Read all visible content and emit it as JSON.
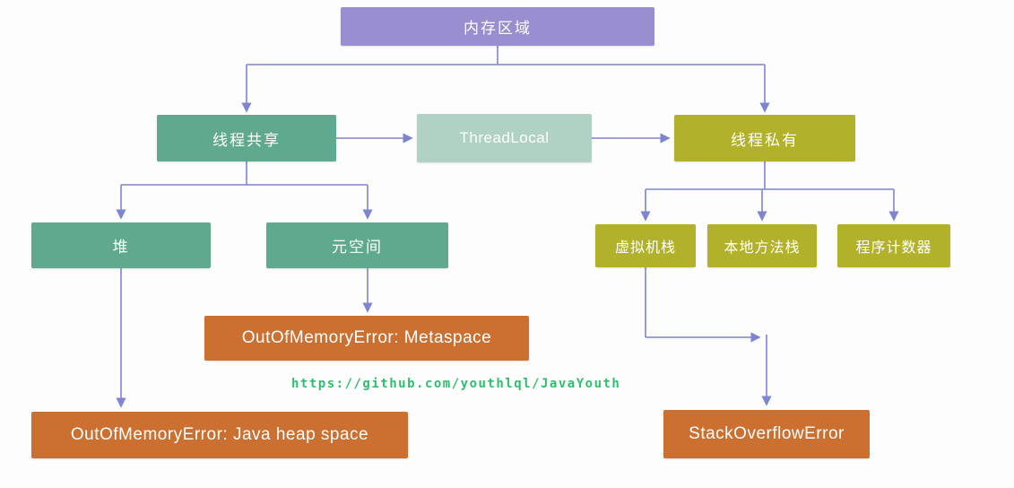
{
  "nodes": {
    "memory_area": {
      "label": "内存区域",
      "color": "#998ed0"
    },
    "thread_shared": {
      "label": "线程共享",
      "color": "#5faa8e"
    },
    "thread_local": {
      "label": "ThreadLocal",
      "color": "#b0d2c4"
    },
    "thread_private": {
      "label": "线程私有",
      "color": "#b2b12a"
    },
    "heap": {
      "label": "堆",
      "color": "#5faa8e"
    },
    "metaspace": {
      "label": "元空间",
      "color": "#5faa8e"
    },
    "vm_stack": {
      "label": "虚拟机栈",
      "color": "#b2b12a"
    },
    "native_method_stack": {
      "label": "本地方法栈",
      "color": "#b2b12a"
    },
    "program_counter": {
      "label": "程序计数器",
      "color": "#b2b12a"
    },
    "oom_metaspace": {
      "label": "OutOfMemoryError: Metaspace",
      "color": "#cb7031"
    },
    "oom_heap": {
      "label": "OutOfMemoryError: Java heap space",
      "color": "#cb7031"
    },
    "stack_overflow": {
      "label": "StackOverflowError",
      "color": "#cb7031"
    }
  },
  "edges": [
    {
      "from": "memory_area",
      "to": "thread_shared"
    },
    {
      "from": "memory_area",
      "to": "thread_private"
    },
    {
      "from": "thread_shared",
      "to": "thread_local"
    },
    {
      "from": "thread_local",
      "to": "thread_private"
    },
    {
      "from": "thread_shared",
      "to": "heap"
    },
    {
      "from": "thread_shared",
      "to": "metaspace"
    },
    {
      "from": "thread_private",
      "to": "vm_stack"
    },
    {
      "from": "thread_private",
      "to": "native_method_stack"
    },
    {
      "from": "thread_private",
      "to": "program_counter"
    },
    {
      "from": "metaspace",
      "to": "oom_metaspace"
    },
    {
      "from": "heap",
      "to": "oom_heap"
    },
    {
      "from": "vm_stack",
      "to": "stack_overflow"
    },
    {
      "from": "native_method_stack",
      "to": "stack_overflow"
    }
  ],
  "watermark": "https://github.com/youthlql/JavaYouth",
  "colors": {
    "arrow": "#7f84cf",
    "purple": "#998ed0",
    "teal": "#5faa8e",
    "light_teal": "#b0d2c4",
    "olive": "#b2b12a",
    "orange": "#cb7031",
    "watermark_green": "#2fbe6f"
  }
}
